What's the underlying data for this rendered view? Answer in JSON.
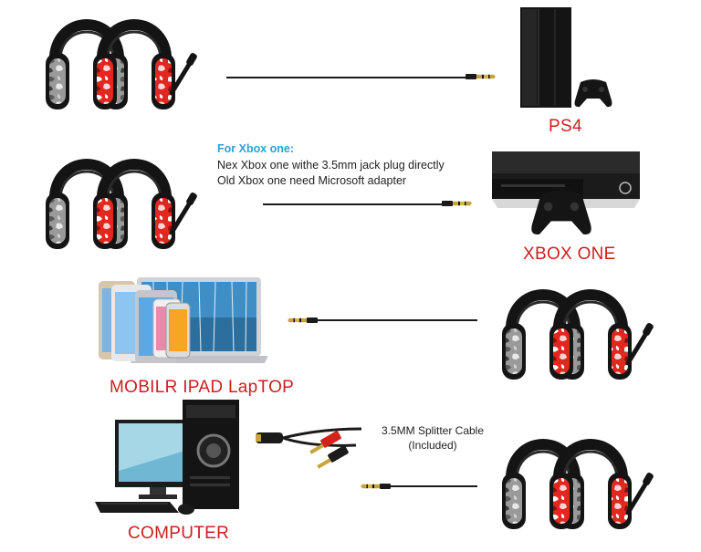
{
  "rows": [
    {
      "device": "PS4"
    },
    {
      "device": "XBOX ONE",
      "note_title": "For Xbox one:",
      "note_lines": [
        "Nex Xbox one withe 3.5mm jack plug directly",
        "Old Xbox one need Microsoft adapter"
      ]
    },
    {
      "device": "MOBILR IPAD LapTOP"
    },
    {
      "device": "COMPUTER",
      "splitter_lines": [
        "3.5MM Splitter Cable",
        "(Included)"
      ]
    }
  ],
  "colors": {
    "label_red": "#cc1f1f",
    "note_blue": "#2ba1d6",
    "headset_red": "#e0281e",
    "headset_black": "#141414"
  },
  "icons": [
    "headset-icon",
    "ps4-console-icon",
    "gamepad-icon",
    "xbox-console-icon",
    "phone-tablet-laptop-icon",
    "desktop-computer-icon",
    "audio-jack-icon",
    "splitter-cable-icon"
  ]
}
